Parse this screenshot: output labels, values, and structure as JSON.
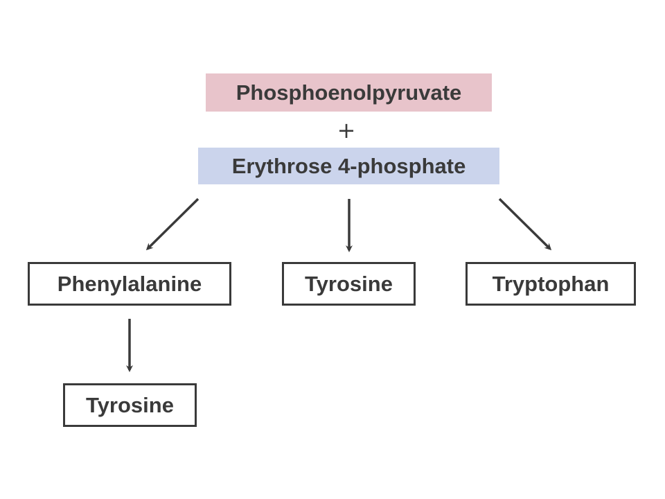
{
  "diagram": {
    "substrates": {
      "first": "Phosphoenolpyruvate",
      "operator": "+",
      "second": "Erythrose 4-phosphate"
    },
    "products": {
      "phenylalanine": "Phenylalanine",
      "tyrosine": "Tyrosine",
      "tryptophan": "Tryptophan"
    },
    "secondary_product": {
      "tyrosine": "Tyrosine"
    },
    "colors": {
      "substrate_first_fill": "#e8c4cb",
      "substrate_second_fill": "#cbd4ec",
      "ink": "#3a3a3a"
    }
  }
}
